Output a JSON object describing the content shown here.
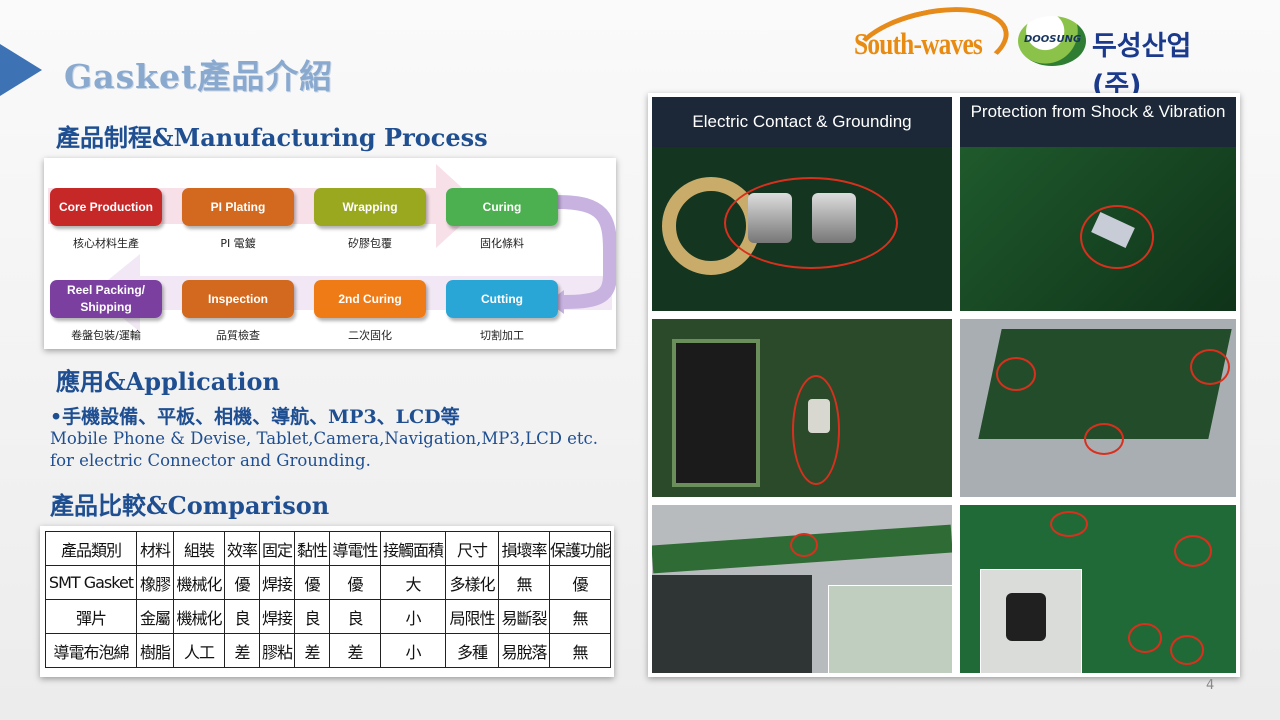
{
  "title": "Gasket產品介紹",
  "logos": {
    "southwaves": "South-waves",
    "doosung_en": "DOOSUNG",
    "doosung_kr": "두성산업(주)"
  },
  "process": {
    "heading": "產品制程&Manufacturing Process",
    "steps": [
      {
        "label": "Core Production",
        "caption": "核心材料生產",
        "color": "#c62828"
      },
      {
        "label": "PI Plating",
        "caption": "PI 電鍍",
        "color": "#d2691e"
      },
      {
        "label": "Wrapping",
        "caption": "矽膠包覆",
        "color": "#9aa820"
      },
      {
        "label": "Curing",
        "caption": "固化條料",
        "color": "#4caf50"
      },
      {
        "label": "Reel Packing/ Shipping",
        "caption": "卷盤包裝/運輸",
        "color": "#7b3fa0"
      },
      {
        "label": "Inspection",
        "caption": "品質檢查",
        "color": "#d2691e"
      },
      {
        "label": "2nd Curing",
        "caption": "二次固化",
        "color": "#ef7b16"
      },
      {
        "label": "Cutting",
        "caption": "切割加工",
        "color": "#29a5d6"
      }
    ]
  },
  "application": {
    "heading": "應用&Application",
    "bullet": "•手機設備、平板、相機、導航、MP3、LCD等",
    "text": "Mobile Phone & Devise, Tablet,Camera,Navigation,MP3,LCD etc. for electric Connector and Grounding."
  },
  "comparison": {
    "heading": "產品比較&Comparison",
    "headers": [
      "產品類別",
      "材料",
      "組裝",
      "效率",
      "固定",
      "黏性",
      "導電性",
      "接觸面積",
      "尺寸",
      "損壞率",
      "保護功能"
    ],
    "rows": [
      [
        "SMT Gasket",
        "橡膠",
        "機械化",
        "優",
        "焊接",
        "優",
        "優",
        "大",
        "多樣化",
        "無",
        "優"
      ],
      [
        "彈片",
        "金屬",
        "機械化",
        "良",
        "焊接",
        "良",
        "良",
        "小",
        "局限性",
        "易斷裂",
        "無"
      ],
      [
        "導電布泡綿",
        "樹脂",
        "人工",
        "差",
        "膠粘",
        "差",
        "差",
        "小",
        "多種",
        "易脫落",
        "無"
      ]
    ]
  },
  "photos": {
    "panel1_title": "Electric Contact & Grounding",
    "panel2_title": "Protection from Shock & Vibration"
  },
  "page_number": "4"
}
